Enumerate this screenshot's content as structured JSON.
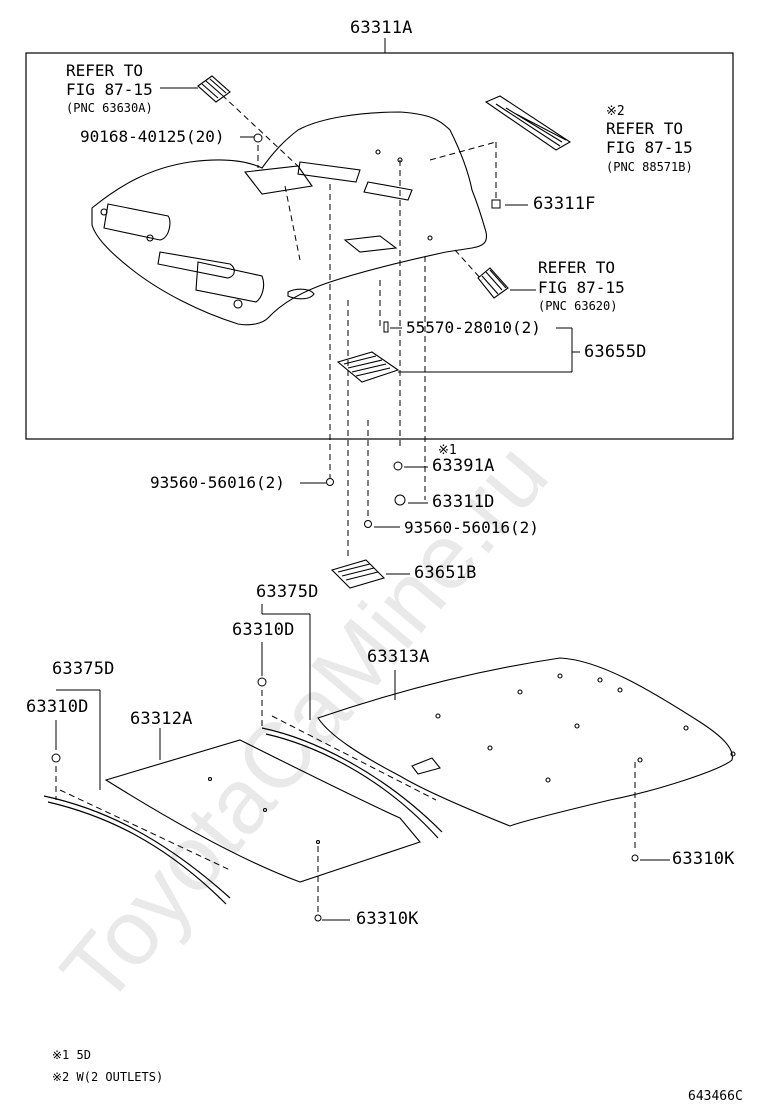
{
  "top_label": "63311A",
  "callouts": {
    "refer_a": [
      "REFER TO",
      "FIG 87-15",
      "(PNC 63630A)"
    ],
    "bolt_top": "90168-40125(20)",
    "refer_b": [
      "※2",
      "REFER TO",
      "FIG 87-15",
      "(PNC 88571B)"
    ],
    "p63311f": "63311F",
    "refer_c": [
      "REFER TO",
      "FIG 87-15",
      "(PNC 63620)"
    ],
    "screw_55570": "55570-28010(2)",
    "p63655d": "63655D",
    "mark1": "※1",
    "p63391a": "63391A",
    "screw_left": "93560-56016(2)",
    "p63311d": "63311D",
    "screw_right": "93560-56016(2)",
    "p63651b": "63651B",
    "p63375d_r": "63375D",
    "p63310d_r": "63310D",
    "p63313a": "63313A",
    "p63375d_l": "63375D",
    "p63310d_l": "63310D",
    "p63312a": "63312A",
    "p63310k_r": "63310K",
    "p63310k_l": "63310K"
  },
  "notes": [
    "※1 5D",
    "※2 W(2 OUTLETS)"
  ],
  "figure_code": "643466C",
  "watermark": "ToyotaCaMine.ru",
  "colors": {
    "line": "#000000",
    "watermark": "#e6e6e6"
  }
}
